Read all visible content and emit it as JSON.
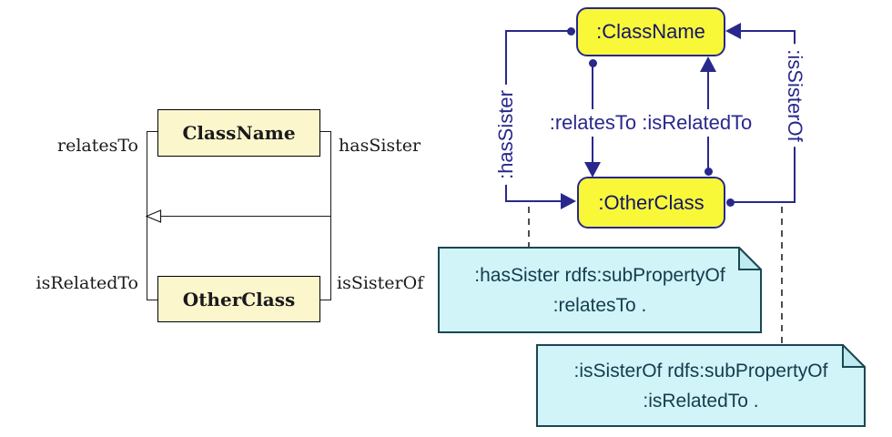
{
  "uml": {
    "class_top": "ClassName",
    "class_bottom": "OtherClass",
    "label_top_left": "relatesTo",
    "label_top_right": "hasSister",
    "label_bottom_left": "isRelatedTo",
    "label_bottom_right": "isSisterOf"
  },
  "graph": {
    "node_top": ":ClassName",
    "node_bottom": ":OtherClass",
    "edge_left": ":hasSister",
    "edge_middle_down": ":relatesTo",
    "edge_middle_up": ":isRelatedTo",
    "edge_right": ":isSisterOf"
  },
  "notes": [
    {
      "line1": ":hasSister rdfs:subPropertyOf",
      "line2": ":relatesTo ."
    },
    {
      "line1": ":isSisterOf rdfs:subPropertyOf",
      "line2": ":isRelatedTo ."
    }
  ],
  "colors": {
    "background": "#ffffff",
    "left_line": "#1a1a1a",
    "left_box_fill": "#fcf6cd",
    "left_box_border": "#000000",
    "left_text": "#1a1a1a",
    "navy": "#28288c",
    "node_fill": "#f8f838",
    "node_text": "#15156b",
    "note_fill": "#d0f4f8",
    "note_fold": "#bfeaf0",
    "note_border": "#1b4753",
    "note_text": "#143c4e",
    "dash": "#4d4d4d"
  }
}
